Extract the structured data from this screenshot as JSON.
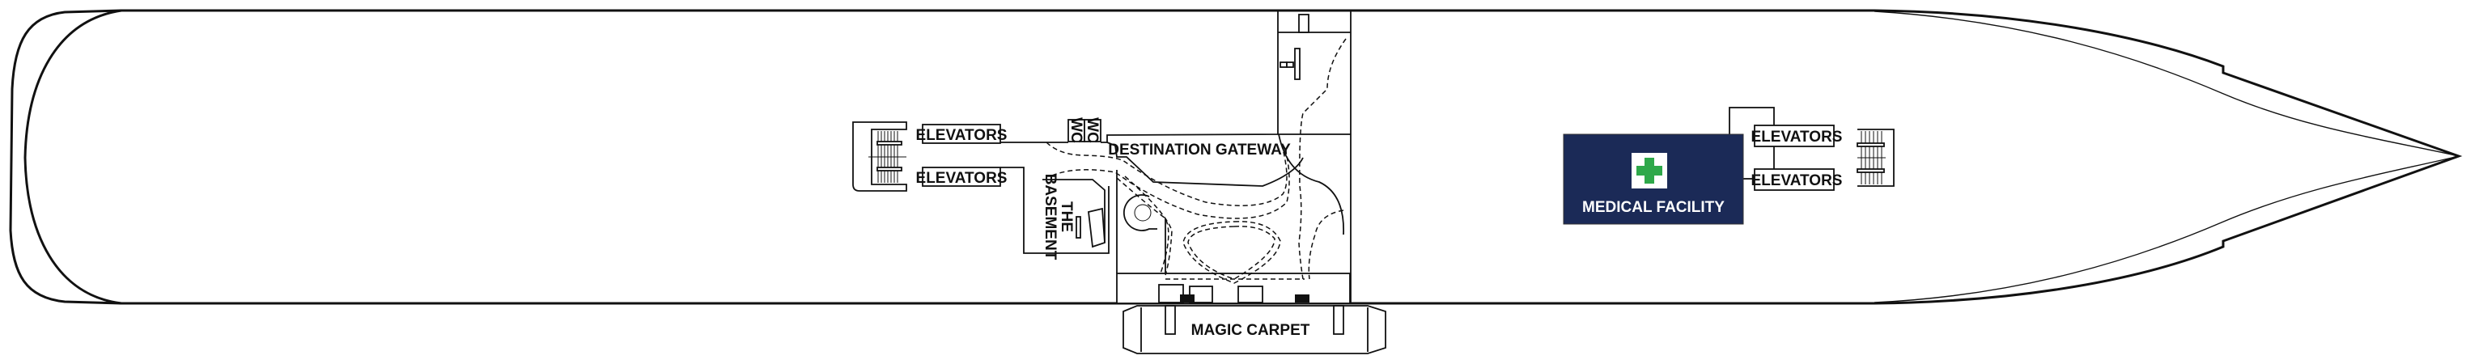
{
  "deck_plan": {
    "areas": {
      "elevators_aft_top": "ELEVATORS",
      "elevators_aft_bottom": "ELEVATORS",
      "wc_1": "WC",
      "wc_2": "WC",
      "destination_gateway": "DESTINATION GATEWAY",
      "the_basement_line1": "THE",
      "the_basement_line2": "BASEMENT",
      "magic_carpet": "MAGIC CARPET",
      "medical_facility": "MEDICAL FACILITY",
      "elevators_fwd_top": "ELEVATORS",
      "elevators_fwd_bottom": "ELEVATORS"
    },
    "icons": {
      "medical": "green-cross-icon",
      "stairs": "staircase-icon"
    },
    "colors": {
      "medical_bg": "#1b2a57",
      "cross": "#2ea84a",
      "line": "#111111"
    }
  }
}
